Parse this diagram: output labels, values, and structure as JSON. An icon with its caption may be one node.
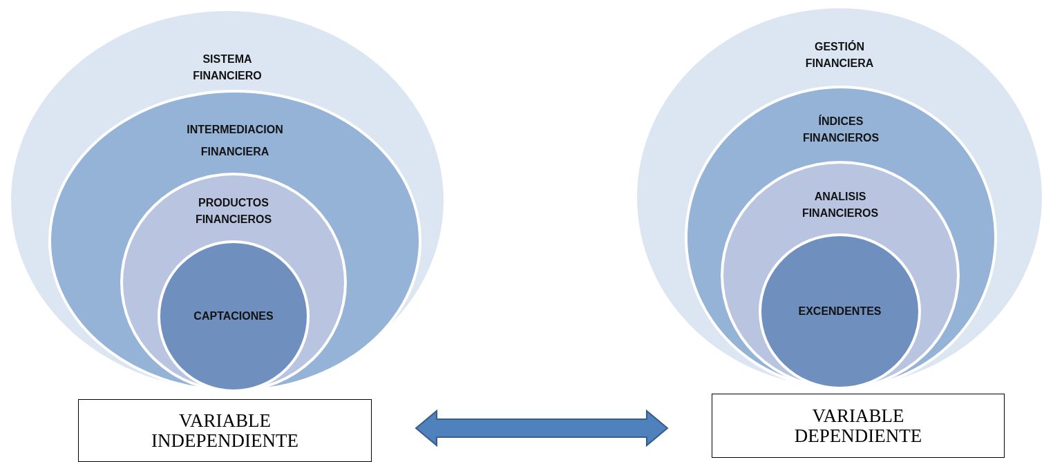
{
  "diagram": {
    "nodes": [
      {
        "text": [
          "SISTEMA FINANCIERO"
        ]
      },
      {
        "text": [
          "INTERMEDIACION FINANCIERA"
        ],
        "in": 0
      },
      {
        "text": [
          "PRODUCTOS FINANCIEROS"
        ],
        "in": 1
      },
      {
        "text": [
          "CAPTACIONES"
        ],
        "in": 2
      },
      {
        "text": [
          "VARIABLE INDEPENDIENTE"
        ]
      },
      {
        "text": [
          "GESTIÓN FINANCIERA"
        ]
      },
      {
        "text": [
          "ÍNDICES FINANCIEROS"
        ],
        "in": 5
      },
      {
        "text": [
          "ANALISIS FINANCIEROS"
        ],
        "in": 6
      },
      {
        "text": [
          "EXCENDENTES"
        ],
        "in": 7
      },
      {
        "text": [
          "VARIABLE DEPENDIENTE"
        ]
      }
    ],
    "edges": [
      {
        "from": 4,
        "to": 9,
        "arrow": "both"
      }
    ]
  }
}
